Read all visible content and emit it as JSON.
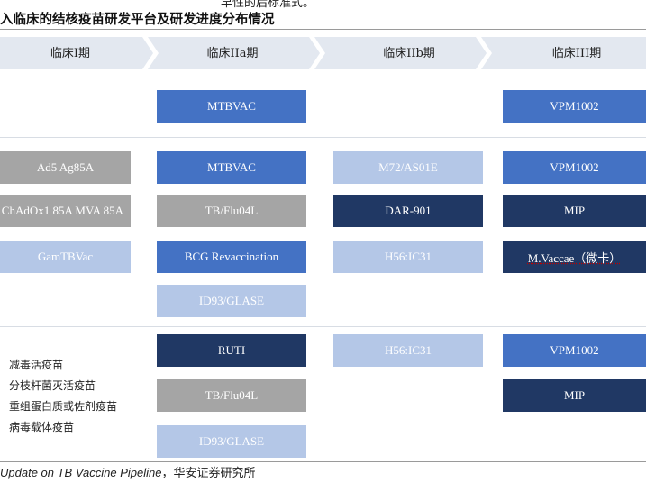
{
  "header": {
    "cut_text": "早性的后标准式。",
    "title": "入临床的结核疫苗研发平台及研发进度分布情况"
  },
  "phases": [
    "临床I期",
    "临床IIa期",
    "临床IIb期",
    "临床III期"
  ],
  "rows": {
    "row1": {
      "phase2a": [
        "MTBVAC"
      ],
      "phase3": [
        "VPM1002"
      ]
    },
    "row2": {
      "phase1": [
        "Ad5 Ag85A",
        "ChAdOx1 85A MVA 85A",
        "GamTBVac"
      ],
      "phase2a": [
        "MTBVAC",
        "TB/Flu04L",
        "BCG Revaccination",
        "ID93/GLASE"
      ],
      "phase2b": [
        "M72/AS01E",
        "DAR-901",
        "H56:IC31"
      ],
      "phase3": [
        "VPM1002",
        "MIP",
        "M.Vaccae（微卡）"
      ]
    },
    "row3": {
      "phase2a": [
        "RUTI",
        "TB/Flu04L",
        "ID93/GLASE"
      ],
      "phase2b": [
        "H56:IC31"
      ],
      "phase3": [
        "VPM1002",
        "MIP"
      ]
    }
  },
  "legend": [
    {
      "label": "减毒活疫苗",
      "color": "#4472c4"
    },
    {
      "label": "分枝杆菌灭活疫苗",
      "color": "#203864"
    },
    {
      "label": "重组蛋白质或佐剂疫苗",
      "color": "#b4c7e7"
    },
    {
      "label": "病毒载体疫苗",
      "color": "#a5a5a5"
    }
  ],
  "source": {
    "italic": "Update on TB Vaccine Pipeline",
    "rest": "，华安证券研究所"
  }
}
